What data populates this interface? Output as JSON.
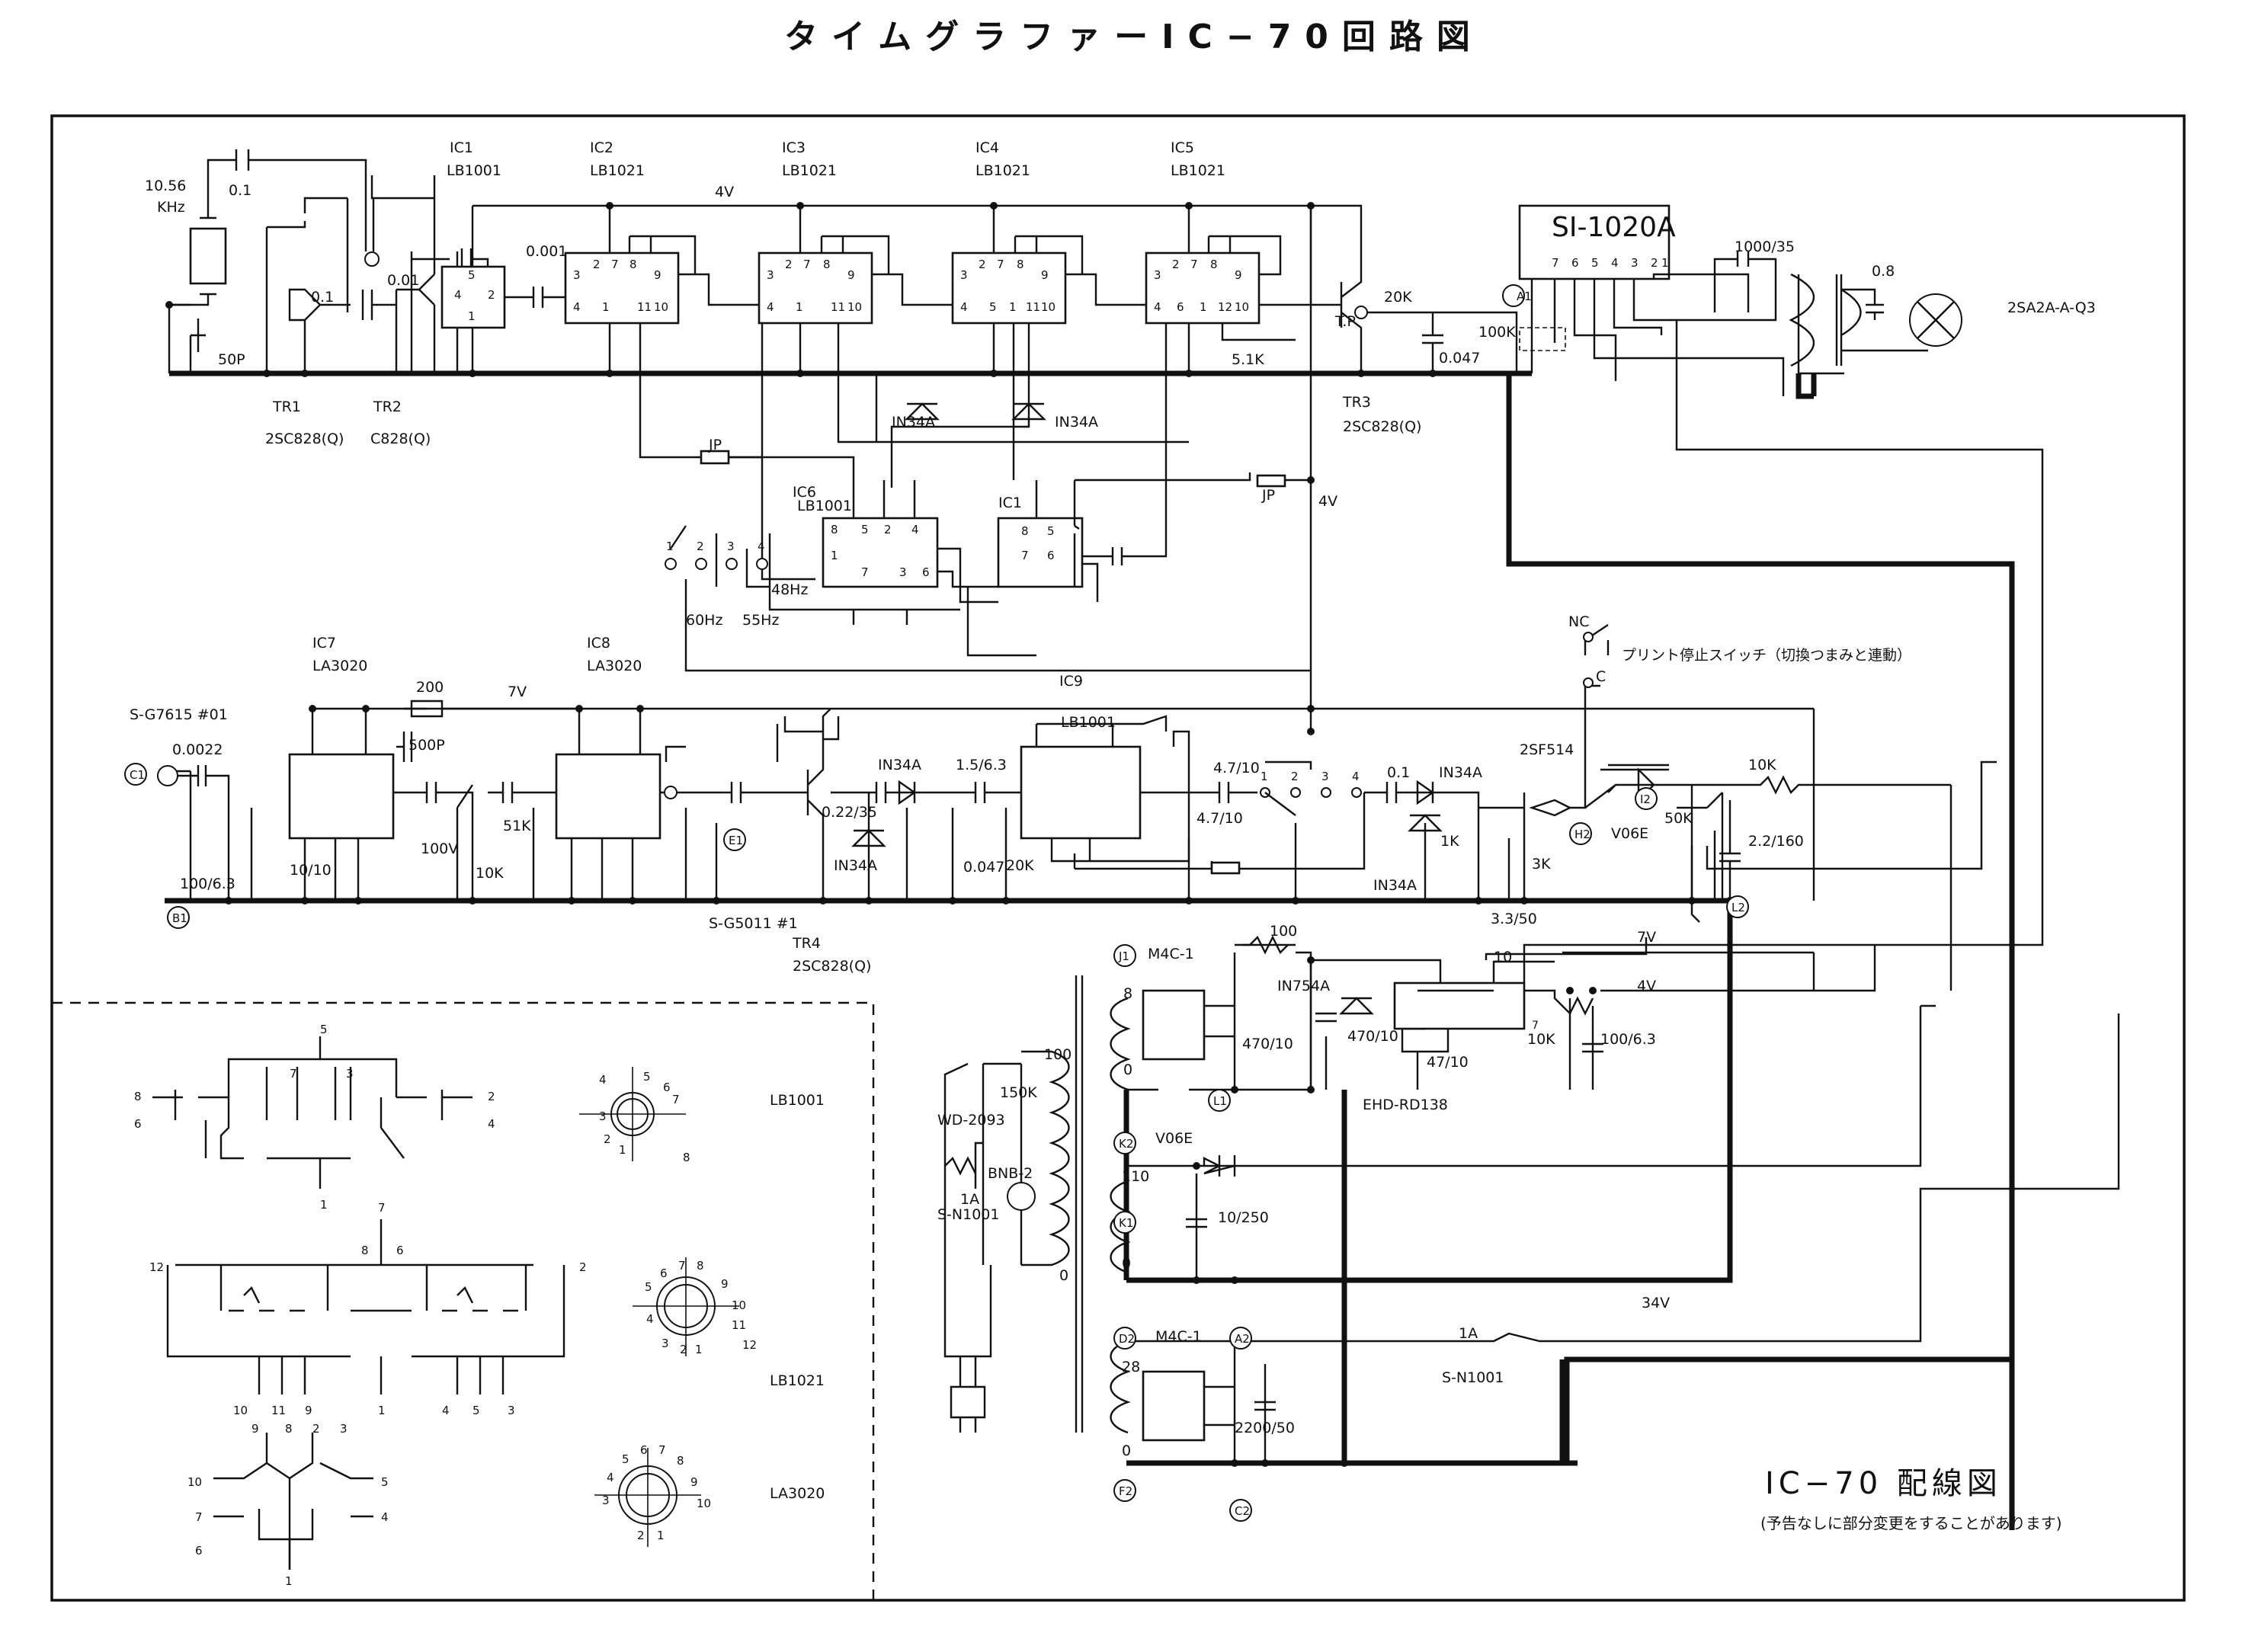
{
  "title": "タイムグラファーIC−70回路図",
  "footer": {
    "title": "IC−70 配線図",
    "note": "(予告なしに部分変更をすることがあります)"
  },
  "crystal": {
    "freq": "10.56",
    "unit": "KHz"
  },
  "ics": {
    "ic1": {
      "ref": "IC1",
      "part": "LB1001"
    },
    "ic2": {
      "ref": "IC2",
      "part": "LB1021"
    },
    "ic3": {
      "ref": "IC3",
      "part": "LB1021"
    },
    "ic4": {
      "ref": "IC4",
      "part": "LB1021"
    },
    "ic5": {
      "ref": "IC5",
      "part": "LB1021"
    },
    "ic6": {
      "ref": "IC6",
      "part": "LB1001"
    },
    "ic7": {
      "ref": "IC7",
      "part": "LA3020"
    },
    "ic8": {
      "ref": "IC8",
      "part": "LA3020"
    },
    "ic9": {
      "ref": "IC9",
      "part": "LB1001"
    },
    "si": {
      "part": "SI-1020A"
    },
    "reg": {
      "part": "EHD-RD138"
    }
  },
  "transistors": {
    "tr1": {
      "ref": "TR1",
      "part": "2SC828(Q)"
    },
    "tr2": {
      "ref": "TR2",
      "part": "C828(Q)"
    },
    "tr3": {
      "ref": "TR3",
      "part": "2SC828(Q)"
    },
    "tr4": {
      "ref": "TR4",
      "part": "2SC828(Q)"
    },
    "out": {
      "part": "2SA2A-A-Q3"
    },
    "scr": {
      "part": "2SF514"
    }
  },
  "labels": {
    "v4": "4V",
    "v7": "7V",
    "v34": "34V",
    "jp": "JP",
    "tp": "T.P",
    "hz60": "60Hz",
    "hz55": "55Hz",
    "hz48": "48Hz",
    "nc": "NC",
    "c": "C",
    "print_switch": "プリント停止スイッチ（切換つまみと連動）",
    "pickup": "S-G7615 #01",
    "pickup2": "S-G5011 #1",
    "m4c_1": "M4C-1",
    "m4c_2": "M4C-1",
    "wd": "WD-2093",
    "sn_fuse": "S-N1001",
    "fuse_1a": "1A",
    "fuse2": "S-N1001",
    "fuse2_a": "1A",
    "bnb": "BNB-2",
    "r150k": "150K",
    "v06e": "V06E",
    "v06e2": "V06E",
    "in34a": "IN34A",
    "in754a": "IN754A"
  },
  "values": {
    "c01": "0.1",
    "c01b": "0.1",
    "c001": "0.01",
    "c0001": "0.001",
    "c50p": "50P",
    "c0047": "0.047",
    "c0022": "0.0022",
    "c500p": "500P",
    "c1000": "1000/35",
    "c08": "0.8",
    "c470": "470/10",
    "c4710": "47/10",
    "c10250": "10/250",
    "c2200": "2200/50",
    "c10063": "100/6.3",
    "c1010": "10/10",
    "c47": "4.7/10",
    "c15": "1.5/6.3",
    "c022": "0.22/35",
    "c22": "2.2/160",
    "c33": "3.3/50",
    "c100v": "100V",
    "r100k": "100K",
    "r20k": "20K",
    "r3k": "3K",
    "r10k": "10K",
    "r1k": "1K",
    "r10": "10",
    "r51k": "5.1K",
    "r51kk": "51K",
    "r200": "200",
    "r100": "100",
    "r50k": "50K",
    "t100": "100",
    "t110": "110",
    "t28": "28",
    "t8": "8",
    "t0": "0"
  },
  "si_pins": [
    "7",
    "6",
    "5",
    "4",
    "3",
    "2",
    "1"
  ],
  "connectors": {
    "A1": "A1",
    "A2": "A2",
    "B1": "B1",
    "C1": "C1",
    "C2": "C2",
    "D2": "D2",
    "E1": "E1",
    "F2": "F2",
    "H2": "H2",
    "I2": "I2",
    "J1": "J1",
    "K1": "K1",
    "K2": "K2",
    "L1": "L1",
    "L2": "L2"
  },
  "pinouts": {
    "lb1001": {
      "name": "LB1001",
      "pins": [
        "1",
        "2",
        "3",
        "4",
        "5",
        "6",
        "7",
        "8"
      ]
    },
    "lb1021": {
      "name": "LB1021",
      "pins": [
        "1",
        "2",
        "3",
        "4",
        "5",
        "6",
        "7",
        "8",
        "9",
        "10",
        "11",
        "12"
      ]
    },
    "la3020": {
      "name": "LA3020",
      "pins": [
        "1",
        "2",
        "3",
        "4",
        "5",
        "6",
        "7",
        "8",
        "9",
        "10"
      ]
    }
  },
  "equiv": {
    "lb1001": [
      "5",
      "7",
      "3",
      "8",
      "6",
      "2",
      "4",
      "1"
    ],
    "lb1021": [
      "7",
      "8",
      "6",
      "12",
      "2",
      "10",
      "11",
      "9",
      "1",
      "4",
      "5",
      "3"
    ],
    "la3020": [
      "9",
      "8",
      "2",
      "3",
      "10",
      "5",
      "7",
      "4",
      "6",
      "1"
    ]
  }
}
